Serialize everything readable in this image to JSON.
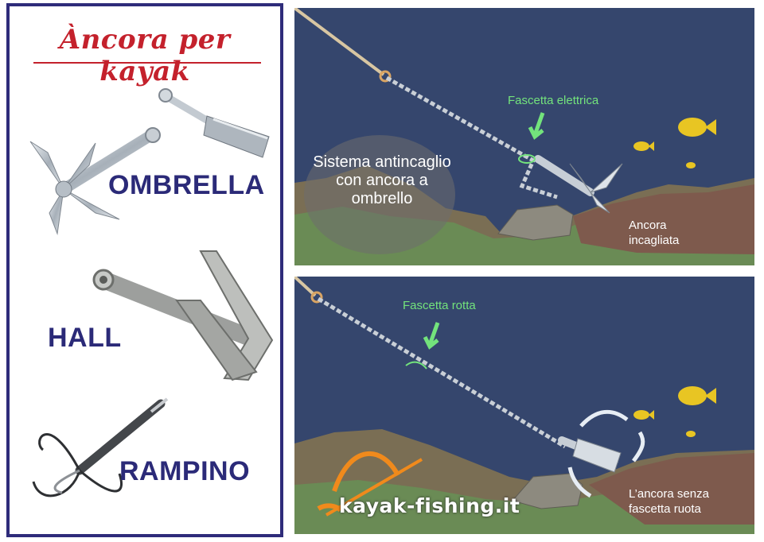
{
  "left_panel": {
    "title": "Àncora per kayak",
    "anchors": [
      {
        "label": "OMBRELLA"
      },
      {
        "label": "HALL"
      },
      {
        "label": "RAMPINO"
      }
    ]
  },
  "scene_top": {
    "note": "Fascetta elettrica",
    "bubble_text": "Sistema antincaglio con ancora a ombrello",
    "caption_line1": "Ancora",
    "caption_line2": "incagliata"
  },
  "scene_bottom": {
    "note": "Fascetta rotta",
    "caption_line1": "L’ancora senza",
    "caption_line2": "fascetta ruota"
  },
  "logo": {
    "text": "kayak-fishing.it"
  },
  "colors": {
    "title_red": "#c4212c",
    "label_navy": "#2b2a78",
    "water": "#35466d",
    "note_green": "#73e37c",
    "fish_yellow": "#e8c523",
    "logo_orange": "#f08a1c"
  },
  "icons": [
    "umbrella-anchor-icon",
    "hall-anchor-icon",
    "grapnel-anchor-icon",
    "fish-icon",
    "rock-icon",
    "rotation-arrow-icon",
    "pointer-arrow-icon",
    "kayak-paddle-logo-icon"
  ]
}
